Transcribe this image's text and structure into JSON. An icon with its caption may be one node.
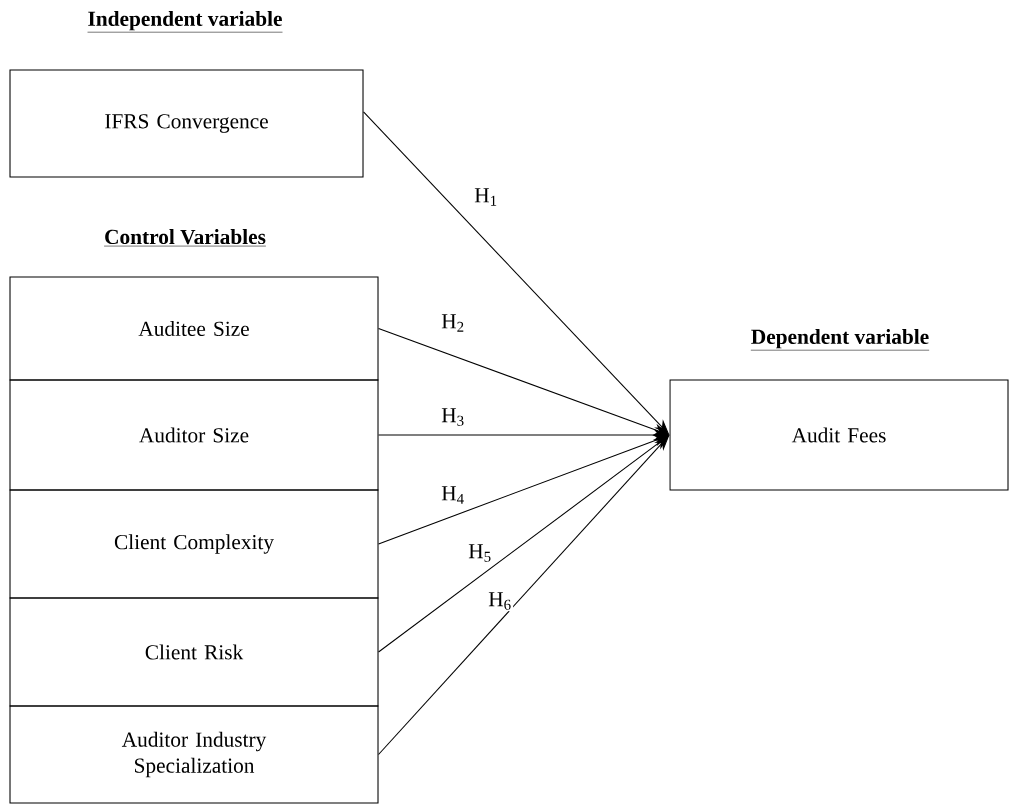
{
  "diagram": {
    "nodes": [
      {
        "text": [
          "IFRS Convergence"
        ]
      },
      {
        "text": [
          "Auditee Size"
        ]
      },
      {
        "text": [
          "Auditor Size"
        ]
      },
      {
        "text": [
          "Client Complexity"
        ]
      },
      {
        "text": [
          "Client Risk"
        ]
      },
      {
        "text": [
          "Auditor Industry Specialization"
        ]
      },
      {
        "text": [
          "Audit Fees"
        ]
      }
    ],
    "edges": [
      {
        "from": 0,
        "to": 6,
        "arrow": "to",
        "label": "H$_{1}$"
      },
      {
        "from": 1,
        "to": 6,
        "arrow": "to",
        "label": "H$_{2}$"
      },
      {
        "from": 2,
        "to": 6,
        "arrow": "to",
        "label": "H$_{3}$"
      },
      {
        "from": 3,
        "to": 6,
        "arrow": "to",
        "label": "H$_{4}$"
      },
      {
        "from": 4,
        "to": 6,
        "arrow": "to",
        "label": "H$_{5}$"
      },
      {
        "from": 5,
        "to": 6,
        "arrow": "to",
        "label": "H$_{6}$"
      }
    ],
    "labels": [
      "Independent variable",
      "Control Variables",
      "Dependent variable"
    ]
  }
}
